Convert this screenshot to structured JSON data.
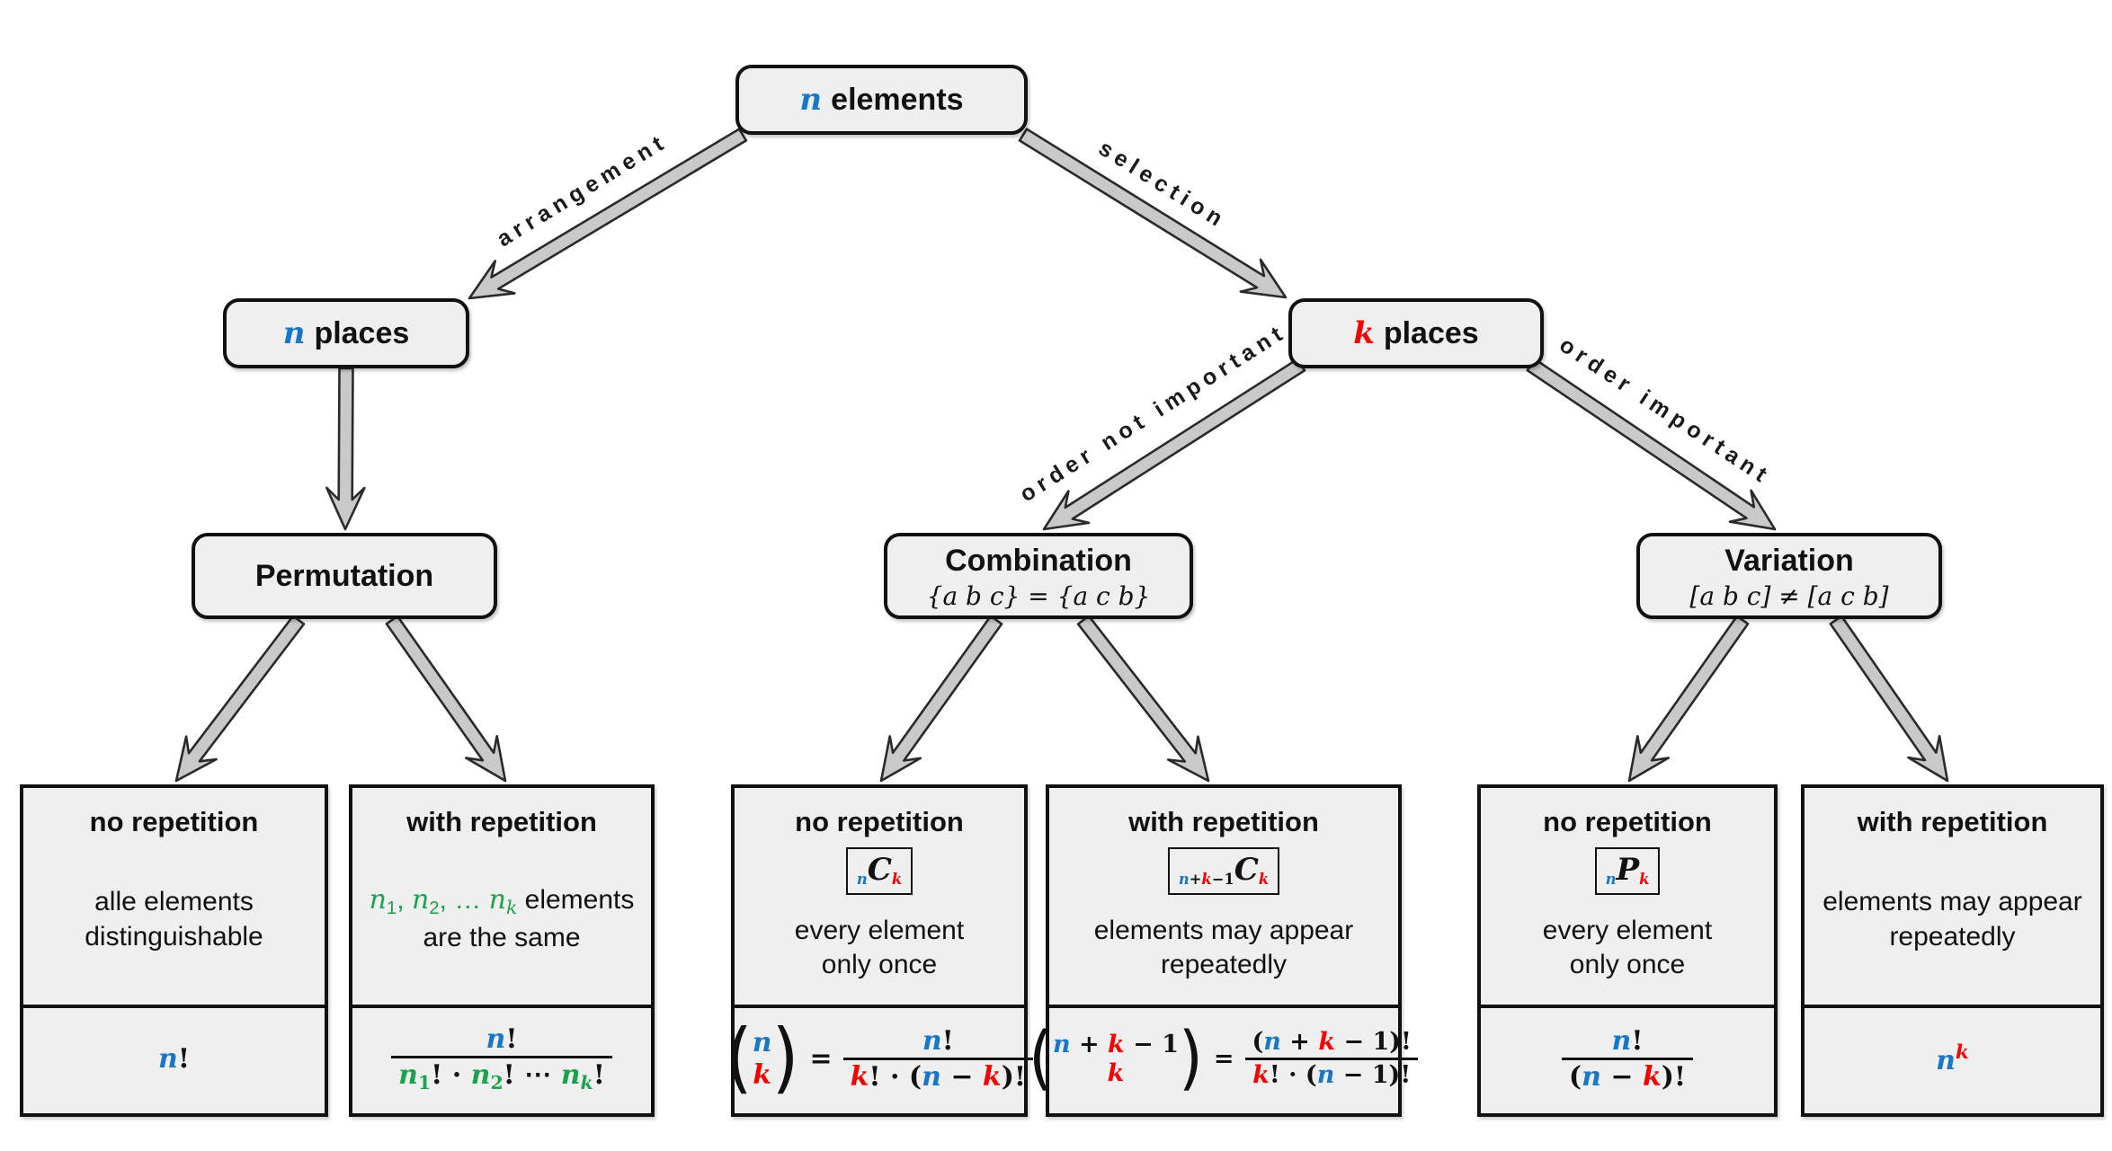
{
  "colors": {
    "blue": "#1777C8",
    "red": "#F80000",
    "green": "#1BA24C",
    "box_fill": "#EFEFEF",
    "box_border": "#111111",
    "arrow_fill": "#C9C9C9",
    "arrow_stroke": "#2A2A2A"
  },
  "nodes": {
    "root": {
      "variable": "n",
      "label": "elements"
    },
    "n_places": {
      "variable": "n",
      "label": "places"
    },
    "k_places": {
      "variable": "k",
      "label": "places"
    },
    "permutation": {
      "title": "Permutation"
    },
    "combination": {
      "title": "Combination",
      "subtitle": "{a b c} = {a c b}"
    },
    "variation": {
      "title": "Variation",
      "subtitle": "[a b c] ≠ [a c b]"
    }
  },
  "edge_labels": {
    "arrangement": "arrangement",
    "selection": "selection",
    "order_not_important": "order not important",
    "order_important": "order important"
  },
  "leaves": [
    {
      "title": "no repetition",
      "desc1": [
        {
          "t": "alle elements"
        }
      ],
      "desc2": "distinguishable",
      "formula": [
        {
          "t": "n",
          "c": "blue",
          "v": 1
        },
        {
          "t": "!"
        }
      ]
    },
    {
      "title": "with repetition",
      "desc1": [
        {
          "t": "n",
          "c": "green",
          "v": 1
        },
        {
          "t": "1",
          "c": "green",
          "sub": 1
        },
        {
          "t": ", ",
          "c": "green"
        },
        {
          "t": "n",
          "c": "green",
          "v": 1
        },
        {
          "t": "2",
          "c": "green",
          "sub": 1
        },
        {
          "t": ", … ",
          "c": "green"
        },
        {
          "t": "n",
          "c": "green",
          "v": 1
        },
        {
          "t": "k",
          "c": "green",
          "v": 1,
          "sub": 1
        },
        {
          "t": " elements"
        }
      ],
      "desc2": "are the same",
      "formula": {
        "num": [
          {
            "t": "n",
            "c": "blue",
            "v": 1
          },
          {
            "t": "!"
          }
        ],
        "den": [
          {
            "t": "n",
            "c": "green",
            "v": 1
          },
          {
            "t": "1",
            "c": "green",
            "sub": 1
          },
          {
            "t": "! · "
          },
          {
            "t": "n",
            "c": "green",
            "v": 1
          },
          {
            "t": "2",
            "c": "green",
            "sub": 1
          },
          {
            "t": "! ⋯ "
          },
          {
            "t": "n",
            "c": "green",
            "v": 1
          },
          {
            "t": "k",
            "c": "green",
            "v": 1,
            "sub": 1
          },
          {
            "t": "!"
          }
        ]
      }
    },
    {
      "title": "no repetition",
      "badge": [
        {
          "t": "n",
          "c": "blue",
          "v": 1,
          "sub": 1
        },
        {
          "t": "C",
          "v": 1,
          "big": 1
        },
        {
          "t": "k",
          "c": "red",
          "v": 1,
          "sub": 1
        }
      ],
      "desc1": [
        {
          "t": "every element"
        }
      ],
      "desc2": "only once",
      "formula": {
        "lparen": "(",
        "rparen": ")",
        "eq": "=",
        "top": [
          {
            "t": "n",
            "c": "blue",
            "v": 1
          }
        ],
        "bottom": [
          {
            "t": "k",
            "c": "red",
            "v": 1
          }
        ],
        "num": [
          {
            "t": "n",
            "c": "blue",
            "v": 1
          },
          {
            "t": "!"
          }
        ],
        "den": [
          {
            "t": "k",
            "c": "red",
            "v": 1
          },
          {
            "t": "! · ("
          },
          {
            "t": "n",
            "c": "blue",
            "v": 1
          },
          {
            "t": " − "
          },
          {
            "t": "k",
            "c": "red",
            "v": 1
          },
          {
            "t": ")!"
          }
        ]
      }
    },
    {
      "title": "with repetition",
      "badge": [
        {
          "t": "n",
          "c": "blue",
          "v": 1,
          "sub": 1
        },
        {
          "t": "+",
          "sub": 1
        },
        {
          "t": "k",
          "c": "red",
          "v": 1,
          "sub": 1
        },
        {
          "t": "−1",
          "sub": 1
        },
        {
          "t": "C",
          "v": 1,
          "big": 1
        },
        {
          "t": "k",
          "c": "red",
          "v": 1,
          "sub": 1
        }
      ],
      "desc1": [
        {
          "t": "elements may appear"
        }
      ],
      "desc2": "repeatedly",
      "formula": {
        "lparen": "(",
        "rparen": ")",
        "eq": "=",
        "top": [
          {
            "t": "n",
            "c": "blue",
            "v": 1
          },
          {
            "t": " + "
          },
          {
            "t": "k",
            "c": "red",
            "v": 1
          },
          {
            "t": " − 1"
          }
        ],
        "bottom": [
          {
            "t": "k",
            "c": "red",
            "v": 1
          }
        ],
        "num": [
          {
            "t": "("
          },
          {
            "t": "n",
            "c": "blue",
            "v": 1
          },
          {
            "t": " + "
          },
          {
            "t": "k",
            "c": "red",
            "v": 1
          },
          {
            "t": " − 1)!"
          }
        ],
        "den": [
          {
            "t": "k",
            "c": "red",
            "v": 1
          },
          {
            "t": "! · ("
          },
          {
            "t": "n",
            "c": "blue",
            "v": 1
          },
          {
            "t": " − 1)!"
          }
        ]
      }
    },
    {
      "title": "no repetition",
      "badge": [
        {
          "t": "n",
          "c": "blue",
          "v": 1,
          "sub": 1
        },
        {
          "t": "P",
          "v": 1,
          "big": 1
        },
        {
          "t": "k",
          "c": "red",
          "v": 1,
          "sub": 1
        }
      ],
      "desc1": [
        {
          "t": "every element"
        }
      ],
      "desc2": "only once",
      "formula": {
        "num": [
          {
            "t": "n",
            "c": "blue",
            "v": 1
          },
          {
            "t": "!"
          }
        ],
        "den": [
          {
            "t": "("
          },
          {
            "t": "n",
            "c": "blue",
            "v": 1
          },
          {
            "t": " − "
          },
          {
            "t": "k",
            "c": "red",
            "v": 1
          },
          {
            "t": ")!"
          }
        ]
      }
    },
    {
      "title": "with repetition",
      "desc1": [
        {
          "t": "elements may appear"
        }
      ],
      "desc2": "repeatedly",
      "formula": [
        {
          "t": "n",
          "c": "blue",
          "v": 1
        },
        {
          "t": "k",
          "c": "red",
          "v": 1,
          "sup": 1
        }
      ]
    }
  ]
}
